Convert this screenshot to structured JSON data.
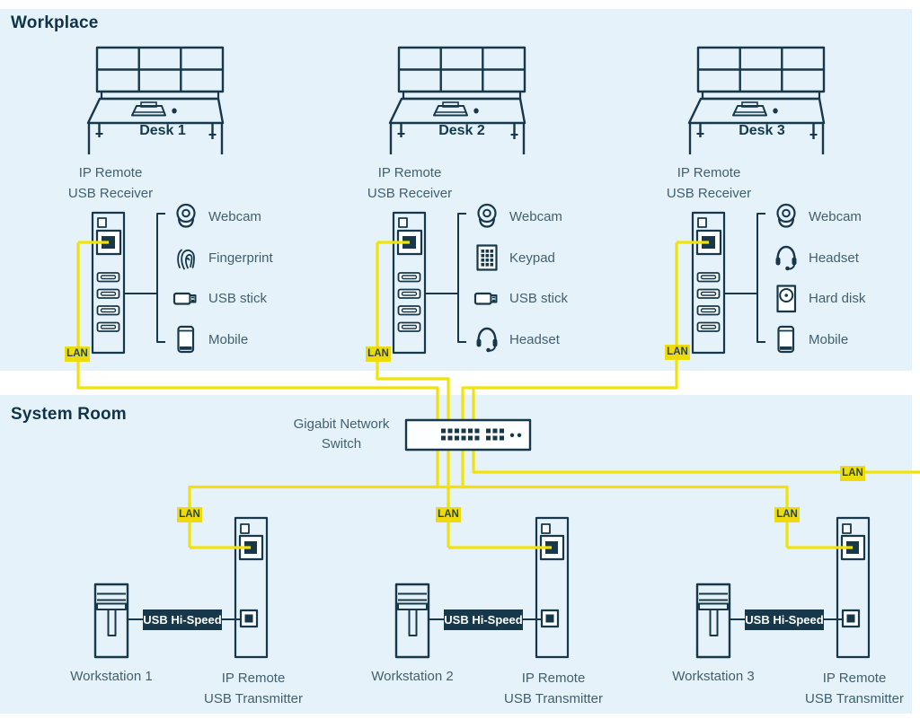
{
  "workplace": {
    "title": "Workplace",
    "desks": [
      {
        "name": "Desk 1",
        "lan_label": "LAN",
        "receiver": {
          "line1": "IP Remote",
          "line2": "USB Receiver"
        },
        "peripherals": [
          {
            "icon": "webcam-icon",
            "label": "Webcam"
          },
          {
            "icon": "fingerprint-icon",
            "label": "Fingerprint"
          },
          {
            "icon": "usb-stick-icon",
            "label": "USB stick"
          },
          {
            "icon": "mobile-icon",
            "label": "Mobile"
          }
        ]
      },
      {
        "name": "Desk 2",
        "lan_label": "LAN",
        "receiver": {
          "line1": "IP Remote",
          "line2": "USB Receiver"
        },
        "peripherals": [
          {
            "icon": "webcam-icon",
            "label": "Webcam"
          },
          {
            "icon": "keypad-icon",
            "label": "Keypad"
          },
          {
            "icon": "usb-stick-icon",
            "label": "USB stick"
          },
          {
            "icon": "headset-icon",
            "label": "Headset"
          }
        ]
      },
      {
        "name": "Desk 3",
        "lan_label": "LAN",
        "receiver": {
          "line1": "IP Remote",
          "line2": "USB Receiver"
        },
        "peripherals": [
          {
            "icon": "webcam-icon",
            "label": "Webcam"
          },
          {
            "icon": "headset-icon",
            "label": "Headset"
          },
          {
            "icon": "hard-disk-icon",
            "label": "Hard disk"
          },
          {
            "icon": "mobile-icon",
            "label": "Mobile"
          }
        ]
      }
    ]
  },
  "system_room": {
    "title": "System Room",
    "switch_label": {
      "line1": "Gigabit Network",
      "line2": "Switch"
    },
    "uplink_lan_label": "LAN",
    "stations": [
      {
        "workstation": "Workstation 1",
        "usb_link_label": "USB Hi-Speed",
        "lan_label": "LAN",
        "transmitter": {
          "line1": "IP Remote",
          "line2": "USB Transmitter"
        }
      },
      {
        "workstation": "Workstation 2",
        "usb_link_label": "USB Hi-Speed",
        "lan_label": "LAN",
        "transmitter": {
          "line1": "IP Remote",
          "line2": "USB Transmitter"
        }
      },
      {
        "workstation": "Workstation 3",
        "usb_link_label": "USB Hi-Speed",
        "lan_label": "LAN",
        "transmitter": {
          "line1": "IP Remote",
          "line2": "USB Transmitter"
        }
      }
    ]
  },
  "colors": {
    "panel_bg": "#e5f2fa",
    "line_dark": "#16384a",
    "cable_yellow": "#f1e20a",
    "lan_badge_bg": "#eedb0b",
    "label_text": "#41606f",
    "heading_text": "#0f3447",
    "usb_badge_bg": "#16384a",
    "usb_badge_text": "#ffffff"
  }
}
